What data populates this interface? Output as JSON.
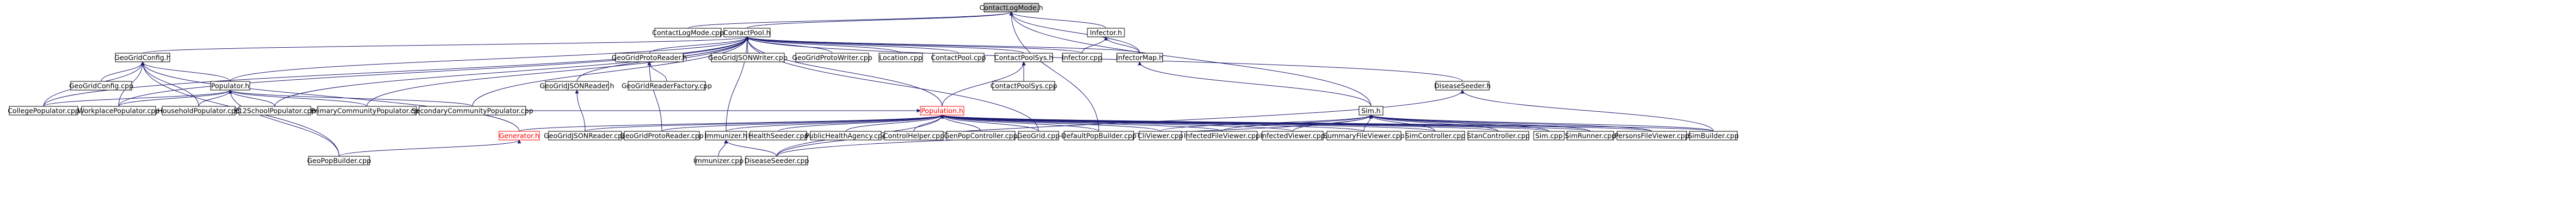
{
  "diagram": {
    "colors": {
      "edge": "#191970",
      "root_fill": "#bfbfbf",
      "node_border": "#000000",
      "red_node": "#ff0000"
    },
    "nodes": [
      {
        "id": "ContactLogMode_h",
        "label": "ContactLogMode.h",
        "root": true
      },
      {
        "id": "ContactLogMode_cpp",
        "label": "ContactLogMode.cpp"
      },
      {
        "id": "ContactPool_h",
        "label": "ContactPool.h"
      },
      {
        "id": "Infector_h",
        "label": "Infector.h"
      },
      {
        "id": "Infector_cpp",
        "label": "Infector.cpp"
      },
      {
        "id": "InfectorMap_h",
        "label": "InfectorMap.h"
      },
      {
        "id": "GeoGridConfig_h",
        "label": "GeoGridConfig.h"
      },
      {
        "id": "GeoGridProtoReader_h",
        "label": "GeoGridProtoReader.h"
      },
      {
        "id": "GeoGridJSONWriter_cpp",
        "label": "GeoGridJSONWriter.cpp"
      },
      {
        "id": "GeoGridProtoWriter_cpp",
        "label": "GeoGridProtoWriter.cpp"
      },
      {
        "id": "Location_cpp",
        "label": "Location.cpp"
      },
      {
        "id": "ContactPool_cpp",
        "label": "ContactPool.cpp"
      },
      {
        "id": "ContactPoolSys_h",
        "label": "ContactPoolSys.h"
      },
      {
        "id": "ContactPoolSys_cpp",
        "label": "ContactPoolSys.cpp"
      },
      {
        "id": "DiseaseSeeder_h",
        "label": "DiseaseSeeder.h"
      },
      {
        "id": "Sim_h",
        "label": "Sim.h"
      },
      {
        "id": "GeoGridConfig_cpp",
        "label": "GeoGridConfig.cpp"
      },
      {
        "id": "Populator_h",
        "label": "Populator.h"
      },
      {
        "id": "GeoGridJSONReader_h",
        "label": "GeoGridJSONReader.h"
      },
      {
        "id": "GeoGridReaderFactory_cpp",
        "label": "GeoGridReaderFactory.cpp"
      },
      {
        "id": "Population_h",
        "label": "Population.h",
        "red": true
      },
      {
        "id": "CollegePopulator_cpp",
        "label": "CollegePopulator.cpp"
      },
      {
        "id": "WorkplacePopulator_cpp",
        "label": "WorkplacePopulator.cpp"
      },
      {
        "id": "HouseholdPopulator_cpp",
        "label": "HouseholdPopulator.cpp"
      },
      {
        "id": "K12SchoolPopulator_cpp",
        "label": "K12SchoolPopulator.cpp"
      },
      {
        "id": "PrimaryCommunityPopulator_cpp",
        "label": "PrimaryCommunityPopulator.cpp"
      },
      {
        "id": "SecondaryCommunityPopulator_cpp",
        "label": "SecondaryCommunityPopulator.cpp"
      },
      {
        "id": "Generator_h",
        "label": "Generator.h",
        "red": true
      },
      {
        "id": "GeoGridJSONReader_cpp",
        "label": "GeoGridJSONReader.cpp"
      },
      {
        "id": "GeoGridProtoReader_cpp",
        "label": "GeoGridProtoReader.cpp"
      },
      {
        "id": "Immunizer_h",
        "label": "Immunizer.h"
      },
      {
        "id": "HealthSeeder_cpp",
        "label": "HealthSeeder.cpp"
      },
      {
        "id": "PublicHealthAgency_cpp",
        "label": "PublicHealthAgency.cpp"
      },
      {
        "id": "ControlHelper_cpp",
        "label": "ControlHelper.cpp"
      },
      {
        "id": "GenPopController_cpp",
        "label": "GenPopController.cpp"
      },
      {
        "id": "GeoGrid_cpp",
        "label": "GeoGrid.cpp"
      },
      {
        "id": "DefaultPopBuilder_cpp",
        "label": "DefaultPopBuilder.cpp"
      },
      {
        "id": "CliViewer_cpp",
        "label": "CliViewer.cpp"
      },
      {
        "id": "InfectedFileViewer_cpp",
        "label": "InfectedFileViewer.cpp"
      },
      {
        "id": "InfectedViewer_cpp",
        "label": "InfectedViewer.cpp"
      },
      {
        "id": "SummaryFileViewer_cpp",
        "label": "SummaryFileViewer.cpp"
      },
      {
        "id": "SimController_cpp",
        "label": "SimController.cpp"
      },
      {
        "id": "StanController_cpp",
        "label": "StanController.cpp"
      },
      {
        "id": "Sim_cpp",
        "label": "Sim.cpp"
      },
      {
        "id": "SimRunner_cpp",
        "label": "SimRunner.cpp"
      },
      {
        "id": "PersonsFileViewer_cpp",
        "label": "PersonsFileViewer.cpp"
      },
      {
        "id": "SimBuilder_cpp",
        "label": "SimBuilder.cpp"
      },
      {
        "id": "GeoPopBuilder_cpp",
        "label": "GeoPopBuilder.cpp"
      },
      {
        "id": "Immunizer_cpp",
        "label": "Immunizer.cpp"
      },
      {
        "id": "DiseaseSeeder_cpp",
        "label": "DiseaseSeeder.cpp"
      }
    ],
    "edges": [
      [
        "ContactLogMode_cpp",
        "ContactLogMode_h"
      ],
      [
        "ContactPool_h",
        "ContactLogMode_h"
      ],
      [
        "Infector_h",
        "ContactLogMode_h"
      ],
      [
        "InfectorMap_h",
        "ContactLogMode_h"
      ],
      [
        "Sim_h",
        "ContactLogMode_h"
      ],
      [
        "DefaultPopBuilder_cpp",
        "ContactLogMode_h"
      ],
      [
        "Infector_cpp",
        "Infector_h"
      ],
      [
        "InfectorMap_h",
        "Infector_h"
      ],
      [
        "Sim_h",
        "InfectorMap_h"
      ],
      [
        "Infector_cpp",
        "ContactPool_h"
      ],
      [
        "InfectorMap_h",
        "ContactPool_h"
      ],
      [
        "GeoGridConfig_h",
        "ContactPool_h"
      ],
      [
        "GeoGridProtoReader_h",
        "ContactPool_h"
      ],
      [
        "GeoGridJSONWriter_cpp",
        "ContactPool_h"
      ],
      [
        "GeoGridProtoWriter_cpp",
        "ContactPool_h"
      ],
      [
        "Location_cpp",
        "ContactPool_h"
      ],
      [
        "ContactPool_cpp",
        "ContactPool_h"
      ],
      [
        "ContactPoolSys_h",
        "ContactPool_h"
      ],
      [
        "DiseaseSeeder_h",
        "ContactPool_h"
      ],
      [
        "Populator_h",
        "ContactPool_h"
      ],
      [
        "GeoGridJSONReader_h",
        "ContactPool_h"
      ],
      [
        "Population_h",
        "ContactPool_h"
      ],
      [
        "CollegePopulator_cpp",
        "ContactPool_h"
      ],
      [
        "WorkplacePopulator_cpp",
        "ContactPool_h"
      ],
      [
        "K12SchoolPopulator_cpp",
        "ContactPool_h"
      ],
      [
        "PrimaryCommunityPopulator_cpp",
        "ContactPool_h"
      ],
      [
        "SecondaryCommunityPopulator_cpp",
        "ContactPool_h"
      ],
      [
        "Immunizer_h",
        "ContactPool_h"
      ],
      [
        "GeoGrid_cpp",
        "ContactPool_h"
      ],
      [
        "ContactPoolSys_cpp",
        "ContactPoolSys_h"
      ],
      [
        "Population_h",
        "ContactPoolSys_h"
      ],
      [
        "SimBuilder_cpp",
        "DiseaseSeeder_h"
      ],
      [
        "DiseaseSeeder_cpp",
        "DiseaseSeeder_h"
      ],
      [
        "GeoGridConfig_cpp",
        "GeoGridConfig_h"
      ],
      [
        "Populator_h",
        "GeoGridConfig_h"
      ],
      [
        "CollegePopulator_cpp",
        "GeoGridConfig_h"
      ],
      [
        "WorkplacePopulator_cpp",
        "GeoGridConfig_h"
      ],
      [
        "HouseholdPopulator_cpp",
        "GeoGridConfig_h"
      ],
      [
        "Generator_h",
        "GeoGridConfig_h"
      ],
      [
        "GeoPopBuilder_cpp",
        "GeoGridConfig_h"
      ],
      [
        "GeoGridReaderFactory_cpp",
        "GeoGridProtoReader_h"
      ],
      [
        "GeoGridProtoReader_cpp",
        "GeoGridProtoReader_h"
      ],
      [
        "GeoGridJSONReader_cpp",
        "GeoGridJSONReader_h"
      ],
      [
        "CollegePopulator_cpp",
        "Populator_h"
      ],
      [
        "WorkplacePopulator_cpp",
        "Populator_h"
      ],
      [
        "HouseholdPopulator_cpp",
        "Populator_h"
      ],
      [
        "K12SchoolPopulator_cpp",
        "Populator_h"
      ],
      [
        "PrimaryCommunityPopulator_cpp",
        "Populator_h"
      ],
      [
        "SecondaryCommunityPopulator_cpp",
        "Populator_h"
      ],
      [
        "GeoPopBuilder_cpp",
        "Populator_h"
      ],
      [
        "GeoPopBuilder_cpp",
        "Generator_h"
      ],
      [
        "WorkplacePopulator_cpp",
        "Population_h"
      ],
      [
        "Generator_h",
        "Population_h"
      ],
      [
        "GeoGridJSONReader_cpp",
        "Population_h"
      ],
      [
        "GeoGridProtoReader_cpp",
        "Population_h"
      ],
      [
        "Immunizer_h",
        "Population_h"
      ],
      [
        "HealthSeeder_cpp",
        "Population_h"
      ],
      [
        "PublicHealthAgency_cpp",
        "Population_h"
      ],
      [
        "ControlHelper_cpp",
        "Population_h"
      ],
      [
        "GenPopController_cpp",
        "Population_h"
      ],
      [
        "GeoGrid_cpp",
        "Population_h"
      ],
      [
        "DefaultPopBuilder_cpp",
        "Population_h"
      ],
      [
        "CliViewer_cpp",
        "Population_h"
      ],
      [
        "InfectedFileViewer_cpp",
        "Population_h"
      ],
      [
        "InfectedViewer_cpp",
        "Population_h"
      ],
      [
        "SummaryFileViewer_cpp",
        "Population_h"
      ],
      [
        "SimController_cpp",
        "Population_h"
      ],
      [
        "StanController_cpp",
        "Population_h"
      ],
      [
        "Sim_cpp",
        "Population_h"
      ],
      [
        "SimRunner_cpp",
        "Population_h"
      ],
      [
        "PersonsFileViewer_cpp",
        "Population_h"
      ],
      [
        "SimBuilder_cpp",
        "Population_h"
      ],
      [
        "DiseaseSeeder_cpp",
        "Population_h"
      ],
      [
        "Immunizer_cpp",
        "Immunizer_h"
      ],
      [
        "DiseaseSeeder_cpp",
        "Immunizer_h"
      ],
      [
        "CliViewer_cpp",
        "Sim_h"
      ],
      [
        "InfectedFileViewer_cpp",
        "Sim_h"
      ],
      [
        "InfectedViewer_cpp",
        "Sim_h"
      ],
      [
        "SummaryFileViewer_cpp",
        "Sim_h"
      ],
      [
        "SimController_cpp",
        "Sim_h"
      ],
      [
        "StanController_cpp",
        "Sim_h"
      ],
      [
        "Sim_cpp",
        "Sim_h"
      ],
      [
        "SimRunner_cpp",
        "Sim_h"
      ],
      [
        "PersonsFileViewer_cpp",
        "Sim_h"
      ],
      [
        "SimBuilder_cpp",
        "Sim_h"
      ],
      [
        "DiseaseSeeder_cpp",
        "Sim_h"
      ]
    ]
  }
}
